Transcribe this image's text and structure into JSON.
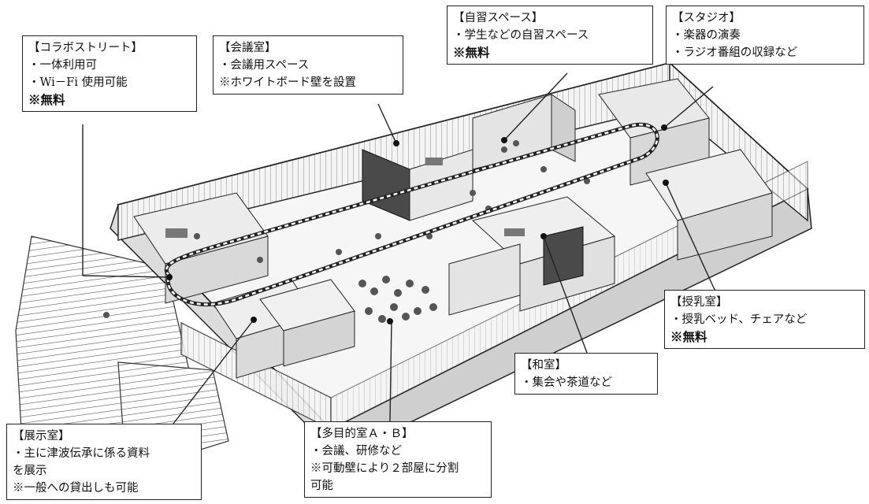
{
  "callouts": {
    "collab": {
      "title": "【コラボストリート】",
      "lines": [
        "・一体利用可",
        "・Wi－Fi 使用可能"
      ],
      "note": "※無料"
    },
    "meeting": {
      "title": "【会議室】",
      "lines": [
        "・会議用スペース",
        "※ホワイトボード壁を設置"
      ]
    },
    "study": {
      "title": "【自習スペース】",
      "lines": [
        "・学生などの自習スペース"
      ],
      "note": "※無料"
    },
    "studio": {
      "title": "【スタジオ】",
      "lines": [
        "・楽器の演奏",
        "・ラジオ番組の収録など"
      ]
    },
    "nursing": {
      "title": "【授乳室】",
      "lines": [
        "・授乳ベッド、チェアなど"
      ],
      "note": "※無料"
    },
    "japanese": {
      "title": "【和室】",
      "lines": [
        "・集会や茶道など"
      ]
    },
    "multipurpose": {
      "title": "【多目的室Ａ・Ｂ】",
      "lines": [
        "・会議、研修など",
        "※可動壁により２部屋に分割",
        "可能"
      ]
    },
    "exhibition": {
      "title": "【展示室】",
      "lines": [
        "・主に津波伝承に係る資料",
        "を展示",
        "※一般への貸出しも可能"
      ]
    }
  },
  "colors": {
    "ink": "#222222",
    "wall": "#e2e2e2",
    "floor": "#f2f2f2",
    "dark_wall": "#4a4a4a"
  },
  "icons": [
    "pointer-dot-icon",
    "route-loop-icon"
  ]
}
